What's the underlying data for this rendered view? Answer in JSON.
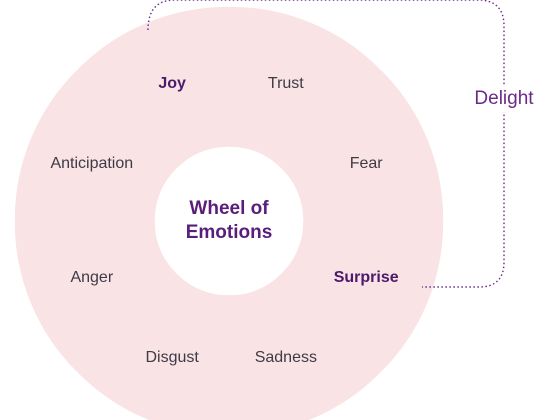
{
  "diagram": {
    "title_line1": "Wheel of",
    "title_line2": "Emotions",
    "segments": [
      {
        "label": "Trust",
        "emphasis": false
      },
      {
        "label": "Fear",
        "emphasis": false
      },
      {
        "label": "Surprise",
        "emphasis": true
      },
      {
        "label": "Sadness",
        "emphasis": false
      },
      {
        "label": "Disgust",
        "emphasis": false
      },
      {
        "label": "Anger",
        "emphasis": false
      },
      {
        "label": "Anticipation",
        "emphasis": false
      },
      {
        "label": "Joy",
        "emphasis": true
      }
    ],
    "bracket": {
      "label": "Delight",
      "connects": [
        "Joy",
        "Surprise"
      ]
    },
    "colors": {
      "segment_fill": "#f9e3e4",
      "emphasis_text": "#4a1a6b",
      "title_text": "#5a1e7a",
      "bracket_line": "#6a2a8a"
    }
  }
}
